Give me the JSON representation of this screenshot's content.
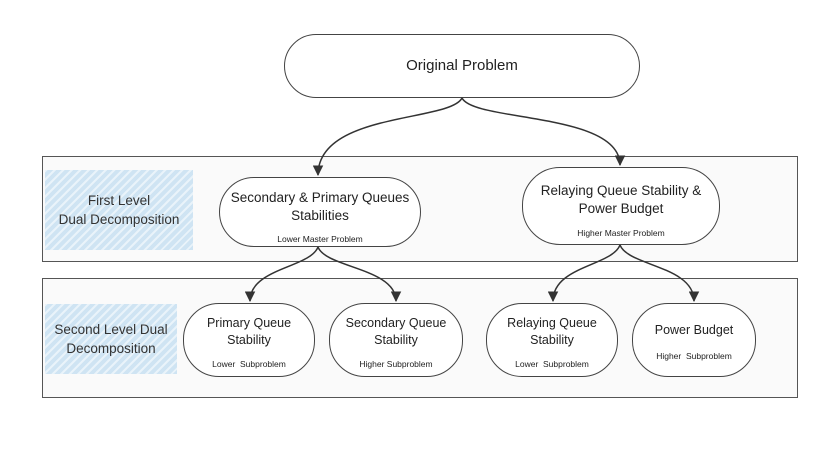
{
  "root": {
    "label": "Original Problem"
  },
  "level1": {
    "label_line1": "First Level",
    "label_line2": "Dual Decomposition",
    "left": {
      "title_line1": "Secondary & Primary Queues",
      "title_line2": "Stabilities",
      "subtitle": "Lower Master Problem"
    },
    "right": {
      "title_line1": "Relaying Queue Stability &",
      "title_line2": "Power Budget",
      "subtitle": "Higher Master Problem"
    }
  },
  "level2": {
    "label_line1": "Second Level Dual",
    "label_line2": "Decomposition",
    "nodes": [
      {
        "title_line1": "Primary Queue",
        "title_line2": "Stability",
        "subtitle": "Lower  Subproblem"
      },
      {
        "title_line1": "Secondary Queue",
        "title_line2": "Stability",
        "subtitle": "Higher Subproblem"
      },
      {
        "title_line1": "Relaying Queue",
        "title_line2": "Stability",
        "subtitle": "Lower  Subproblem"
      },
      {
        "title_line1": "Power Budget",
        "subtitle": "Higher  Subproblem"
      }
    ]
  }
}
